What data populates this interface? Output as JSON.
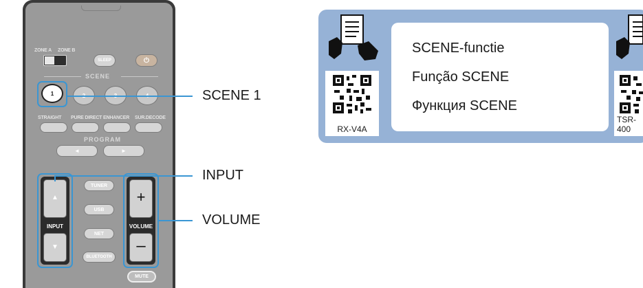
{
  "remote": {
    "zone_a_label": "ZONE A",
    "zone_b_label": "ZONE B",
    "sleep_label": "SLEEP",
    "power_glyph": "⏻",
    "scene_section_label": "SCENE",
    "scene_buttons": [
      "1",
      "2",
      "3",
      "4"
    ],
    "mode_buttons": [
      "STRAIGHT",
      "PURE DIRECT",
      "ENHANCER",
      "SUR.DECODE"
    ],
    "program_label": "PROGRAM",
    "program_left_glyph": "◄",
    "program_right_glyph": "►",
    "input_label": "INPUT",
    "input_up_glyph": "▲",
    "input_down_glyph": "▼",
    "source_buttons": [
      "TUNER",
      "USB",
      "NET",
      "BLUETOOTH"
    ],
    "volume_label": "VOLUME",
    "volume_plus_glyph": "+",
    "volume_minus_glyph": "–",
    "mute_label": "MUTE"
  },
  "callouts": {
    "scene1": "SCENE 1",
    "input": "INPUT",
    "volume": "VOLUME"
  },
  "info": {
    "lines": [
      "SCENE-functie",
      "Função SCENE",
      "Функция SCENE"
    ],
    "qr_left_caption": "RX-V4A",
    "qr_right_caption": "TSR-400"
  },
  "colors": {
    "accent_blue": "#3a96d3",
    "panel_blue": "#96b2d6",
    "remote_body": "#3a3a3a",
    "remote_face": "#9a9a9a"
  }
}
